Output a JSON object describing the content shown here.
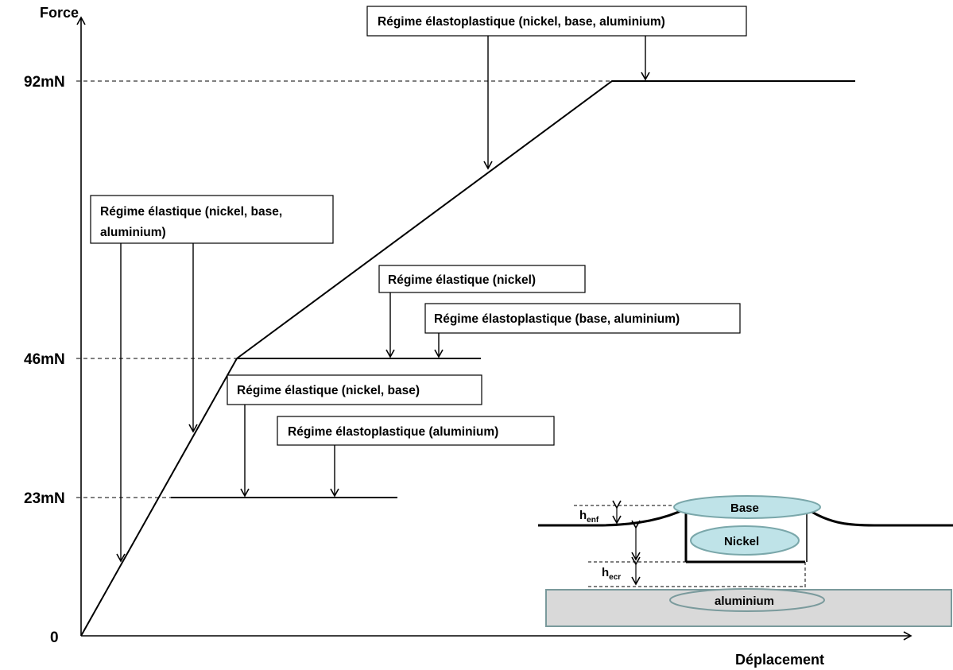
{
  "axes": {
    "y_label": "Force",
    "x_label": "Déplacement",
    "origin_label": "0"
  },
  "force_levels": [
    {
      "label": "92mN",
      "value": 92
    },
    {
      "label": "46mN",
      "value": 46
    },
    {
      "label": "23mN",
      "value": 23
    }
  ],
  "callouts": {
    "elastoplastic_all": "Régime élastoplastique (nickel, base, aluminium)",
    "elastic_all_line1": "Régime élastique (nickel, base,",
    "elastic_all_line2": "aluminium)",
    "elastic_nickel": "Régime élastique (nickel)",
    "elastoplastic_base_aluminium": "Régime élastoplastique (base, aluminium)",
    "elastic_nickel_base": "Régime élastique (nickel, base)",
    "elastoplastic_aluminium": "Régime élastoplastique (aluminium)"
  },
  "inset": {
    "base_label": "Base",
    "nickel_label": "Nickel",
    "aluminium_label": "aluminium",
    "h_enf_main": "h",
    "h_enf_sub": "enf",
    "h_ecr_main": "h",
    "h_ecr_sub": "ecr"
  },
  "colors": {
    "ellipse_fill": "#bfe3e8",
    "ellipse_stroke": "#7aa7aa",
    "substrate_fill": "#d9d9d9",
    "substrate_stroke": "#7a9a9c"
  }
}
